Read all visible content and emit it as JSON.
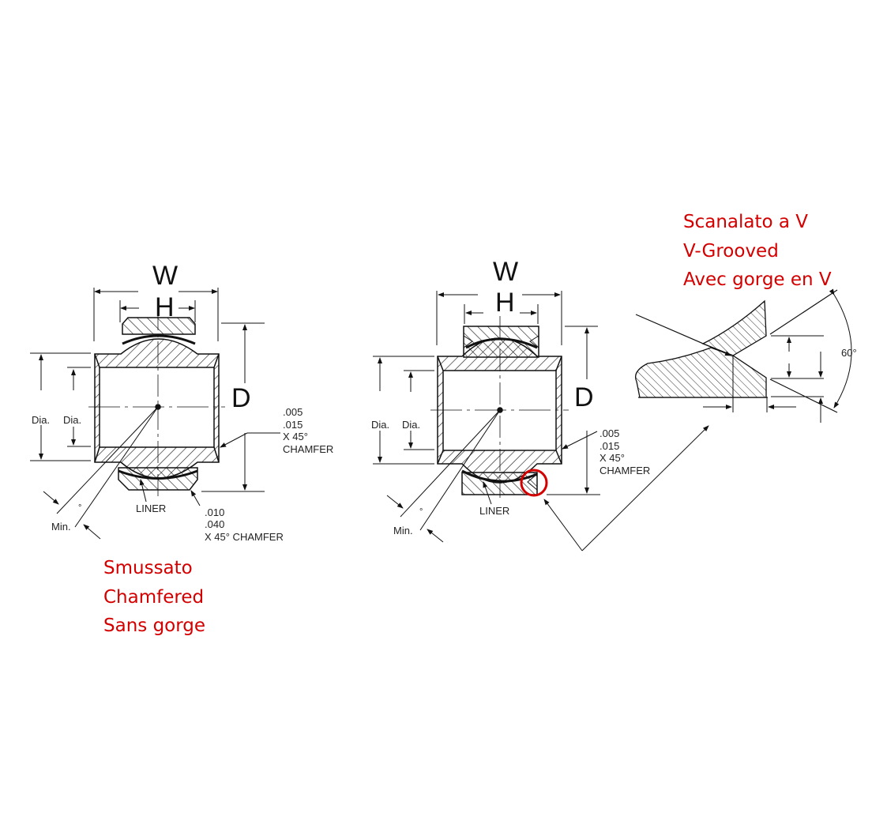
{
  "figure": {
    "left_drawing": {
      "dimension_letters": {
        "width": "W",
        "height": "H",
        "diameter": "D"
      },
      "labels": {
        "outer_dia": "Dia.",
        "inner_dia": "Dia.",
        "degree_mark": "°",
        "min": "Min.",
        "liner": "LINER",
        "bore_chamfer": [
          ".005",
          ".015",
          "X 45° CHAMFER"
        ],
        "outer_chamfer": [
          ".010",
          ".040",
          "X 45° CHAMFER"
        ]
      },
      "caption": [
        "Smussato",
        "Chamfered",
        "Sans gorge"
      ]
    },
    "middle_drawing": {
      "dimension_letters": {
        "width": "W",
        "height": "H",
        "diameter": "D"
      },
      "labels": {
        "outer_dia": "Dia.",
        "inner_dia": "Dia.",
        "degree_mark": "°",
        "min": "Min.",
        "liner": "LINER",
        "bore_chamfer": [
          ".005",
          ".015",
          "X 45°",
          "CHAMFER"
        ]
      },
      "highlight_circle_color": "#d40000"
    },
    "detail_drawing": {
      "angle_label": "60°",
      "caption": [
        "Scanalato a V",
        "V-Grooved",
        "Avec gorge en V"
      ]
    },
    "colors": {
      "caption": "#d40000",
      "line": "#111111"
    }
  }
}
